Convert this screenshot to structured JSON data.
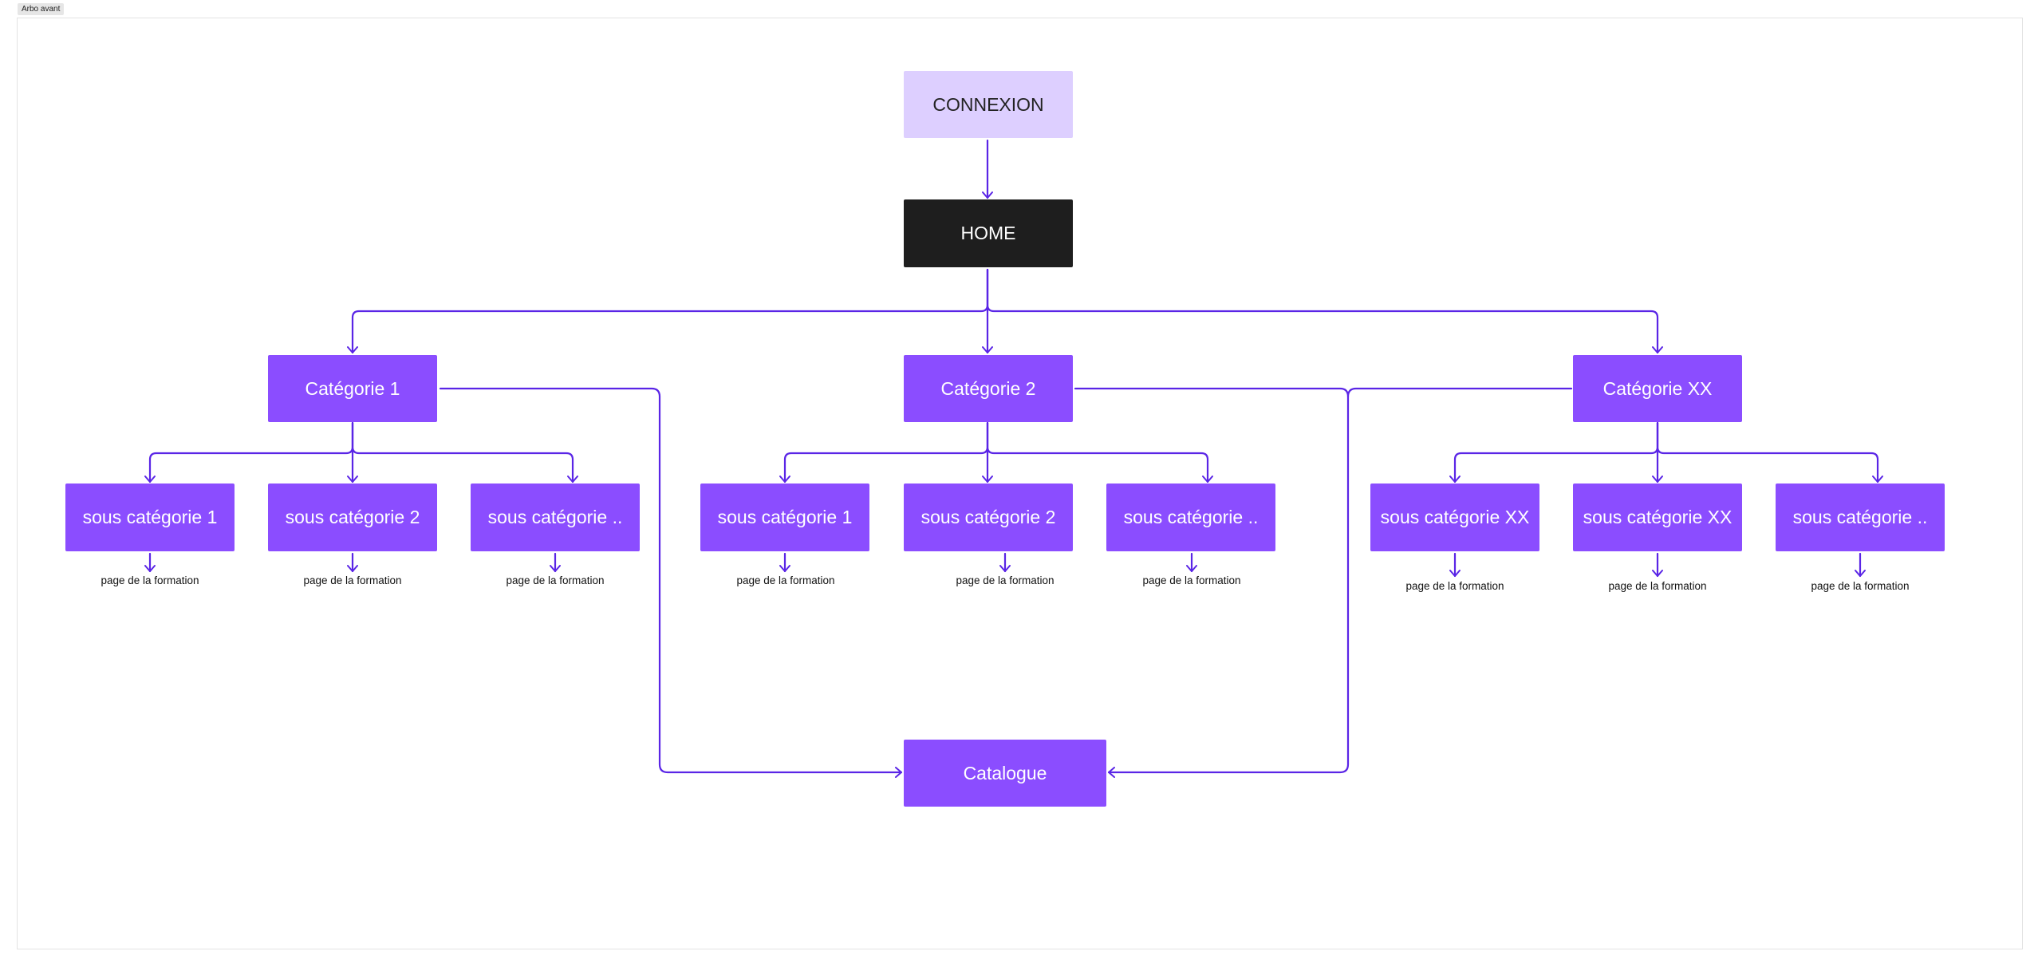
{
  "frame": {
    "label": "Arbo avant"
  },
  "nodes": {
    "connexion": "CONNEXION",
    "home": "HOME",
    "cat1": "Catégorie 1",
    "cat2": "Catégorie 2",
    "catxx": "Catégorie XX",
    "catalogue": "Catalogue",
    "cat1_sub1": "sous catégorie 1",
    "cat1_sub2": "sous catégorie 2",
    "cat1_sub3": "sous catégorie ..",
    "cat2_sub1": "sous catégorie 1",
    "cat2_sub2": "sous catégorie 2",
    "cat2_sub3": "sous catégorie ..",
    "catxx_sub1": "sous catégorie XX",
    "catxx_sub2": "sous catégorie XX",
    "catxx_sub3": "sous catégorie .."
  },
  "leaf_label": "page de la formation",
  "colors": {
    "node": "#8b4dff",
    "connexion": "#ddcfff",
    "home": "#1e1e1e",
    "edge": "#5a25e6"
  }
}
